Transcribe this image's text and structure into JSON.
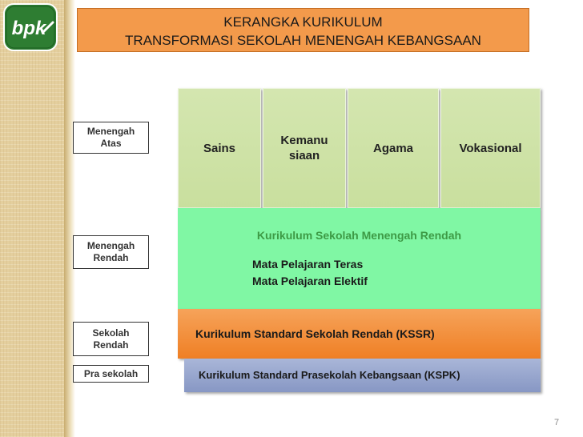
{
  "logo": {
    "text": "bpk",
    "bg_color": "#2e7d32"
  },
  "title": {
    "line1": "KERANGKA KURIKULUM",
    "line2": "TRANSFORMASI  SEKOLAH MENENGAH KEBANGSAAN"
  },
  "levels": {
    "menengah_atas": [
      "Menengah",
      "Atas"
    ],
    "menengah_rendah": [
      "Menengah",
      "Rendah"
    ],
    "sekolah_rendah": [
      "Sekolah",
      "Rendah"
    ],
    "pra_sekolah": [
      "Pra sekolah"
    ]
  },
  "streams": {
    "sains": [
      "Sains"
    ],
    "kemanusiaan": [
      "Kemanu",
      "siaan"
    ],
    "agama": [
      "Agama"
    ],
    "vokasional": [
      "Vokasional"
    ]
  },
  "kssm": {
    "title": "Kurikulum Sekolah Menengah Rendah",
    "line1": "Mata Pelajaran Teras",
    "line2": "Mata Pelajaran Elektif"
  },
  "kssr": {
    "label": "Kurikulum Standard Sekolah Rendah (KSSR)"
  },
  "kspk": {
    "label": "Kurikulum Standard Prasekolah Kebangsaan (KSPK)"
  },
  "page_number": "7",
  "colors": {
    "title_bg": "#f39a4b",
    "stream_bg": "#c9df9e",
    "kssm_bg": "#80f7a4",
    "kssm_title": "#3d9a45",
    "kssr_bg": "#ef7f24",
    "kspk_bg": "#8797c4"
  }
}
